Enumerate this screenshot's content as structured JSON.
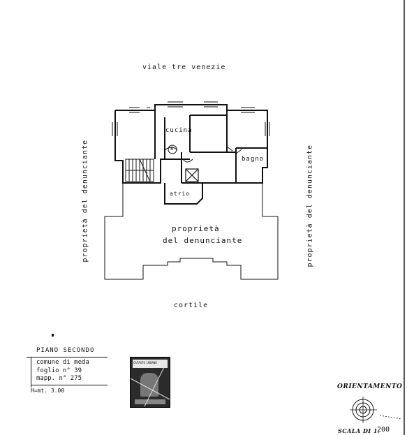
{
  "street": "viale   tre   venezie",
  "rooms": {
    "kitchen": "cucina",
    "bathroom": "bagno",
    "atrium": "atrio",
    "number": "8"
  },
  "property": {
    "center_line1": "proprietà",
    "center_line2": "del denunciante",
    "left": "proprietà del denunciante",
    "right": "proprietà del denunciante"
  },
  "courtyard": "cortile",
  "info_box": {
    "floor": "PIANO   SECONDO",
    "comune": "comune  di  meda",
    "foglio": "foglio  n° 39",
    "mappale": "mapp. n° 275",
    "height": "H=mt. 3.00"
  },
  "stamp_text": "CATASTO URBANO",
  "orientation": {
    "title": "ORIENTAMENTO",
    "scale_label": "SCALA DI 1.",
    "scale_value": "200"
  }
}
